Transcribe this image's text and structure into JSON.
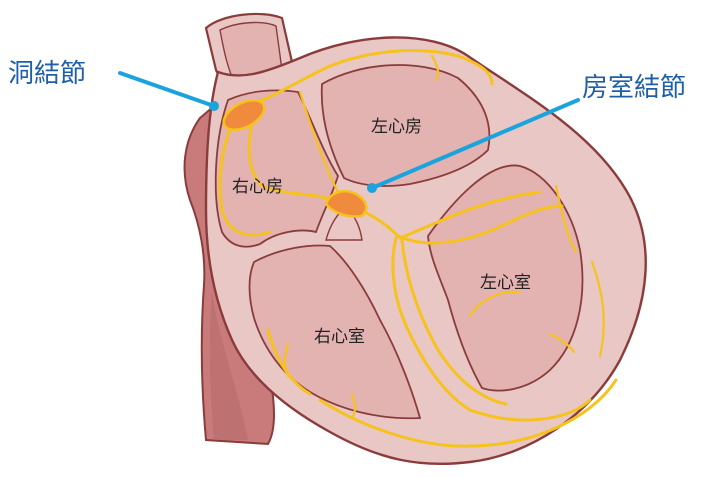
{
  "labels": {
    "sa_node": "洞結節",
    "av_node": "房室結節",
    "right_atrium": "右心房",
    "left_atrium": "左心房",
    "right_ventricle": "右心室",
    "left_ventricle": "左心室"
  },
  "colors": {
    "callout_text": "#1f5fa8",
    "leader_line": "#1aa3dd",
    "heart_wall": "#e9c7c4",
    "heart_outline": "#8a3b3b",
    "chamber_fill": "#e3b3b1",
    "vessel": "#c97b7b",
    "conduction_path": "#f6c21c",
    "node_fill": "#f08a3c"
  }
}
